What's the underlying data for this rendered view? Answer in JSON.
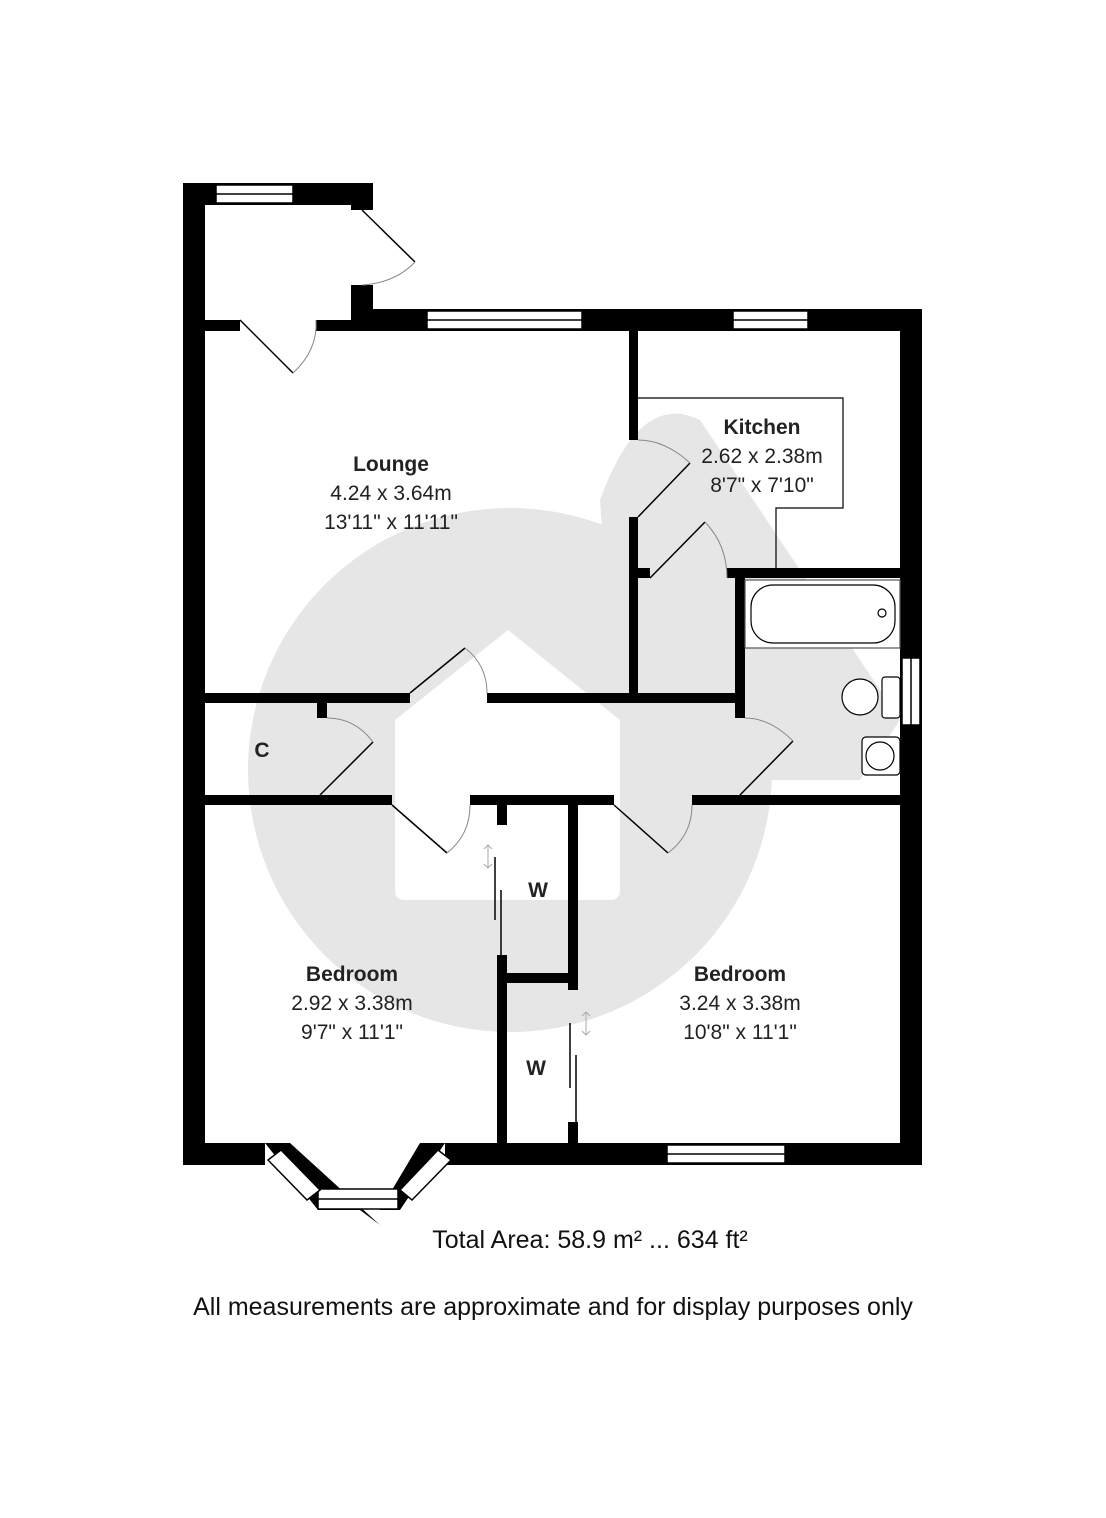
{
  "rooms": {
    "lounge": {
      "name": "Lounge",
      "metric": "4.24 x 3.64m",
      "imperial": "13'11\" x 11'11\""
    },
    "kitchen": {
      "name": "Kitchen",
      "metric": "2.62 x 2.38m",
      "imperial": "8'7\" x 7'10\""
    },
    "bedroom1": {
      "name": "Bedroom",
      "metric": "2.92 x 3.38m",
      "imperial": "9'7\" x 11'1\""
    },
    "bedroom2": {
      "name": "Bedroom",
      "metric": "3.24 x 3.38m",
      "imperial": "10'8\" x 11'1\""
    },
    "cupboard": {
      "name": "C"
    },
    "wardrobe1": {
      "name": "W"
    },
    "wardrobe2": {
      "name": "W"
    }
  },
  "total_area": "Total Area: 58.9 m² ... 634 ft²",
  "disclaimer": "All measurements are approximate and for display purposes only",
  "colors": {
    "wall": "#000000",
    "watermark": "#e6e6e6",
    "text": "#222222"
  }
}
